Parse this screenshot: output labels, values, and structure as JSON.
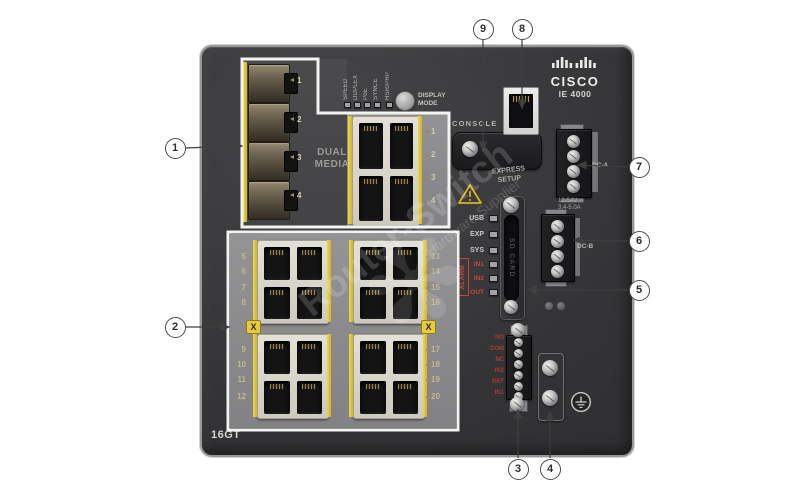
{
  "brand": {
    "logo_icon": "cisco-bridge-bars-icon",
    "name": "CISCO",
    "model": "IE 4000"
  },
  "panel": {
    "bottom_model_label": "16GT",
    "dual_media_label": "DUAL MEDIA",
    "console_label": "CONSOLE",
    "express_setup_label": "EXPRESS SETUP",
    "display_mode_label": "DISPLAY MODE",
    "sd_card_label": "SD CARD"
  },
  "top_led_labels": [
    "SPEED",
    "DUPLEX",
    "PoE",
    "SYNCE",
    "HSR/PRP"
  ],
  "status_led_labels": [
    "USB",
    "EXP",
    "SYS"
  ],
  "alarm": {
    "group_label": "ALARM",
    "led_labels": [
      "IN1",
      "IN2",
      "OUT"
    ]
  },
  "ports": {
    "sfp_numbers": [
      "1",
      "2",
      "3",
      "4"
    ],
    "uplink_numbers": [
      "1",
      "2",
      "3",
      "4"
    ],
    "left_numbers": [
      "5",
      "6",
      "7",
      "8",
      "9",
      "10",
      "11",
      "12"
    ],
    "right_numbers": [
      "13",
      "14",
      "15",
      "16",
      "17",
      "18",
      "19",
      "20"
    ],
    "blocked_port_marker": "X"
  },
  "power": {
    "dc_a_label": "DC-A",
    "dc_b_label": "DC-B",
    "rating_voltage": "12-54V ⎓",
    "rating_current": "3.4-5.0A"
  },
  "alarm_connector_pin_labels": [
    "NO",
    "COM",
    "NC",
    "IN2",
    "REF",
    "IN1"
  ],
  "callout_numbers": [
    "1",
    "2",
    "3",
    "4",
    "5",
    "6",
    "7",
    "8",
    "9"
  ],
  "watermark": {
    "line1": "Router-Switch",
    "line2": "Hardware Supplier",
    "logo_icon": "swirl-logo-icon"
  },
  "colors": {
    "chassis": "#3b3b3d",
    "panel_face": "#8e8d8f",
    "accent_yellow": "#e6c93c",
    "alarm_red": "#c5473a",
    "frame_white": "#f3f3f1"
  }
}
